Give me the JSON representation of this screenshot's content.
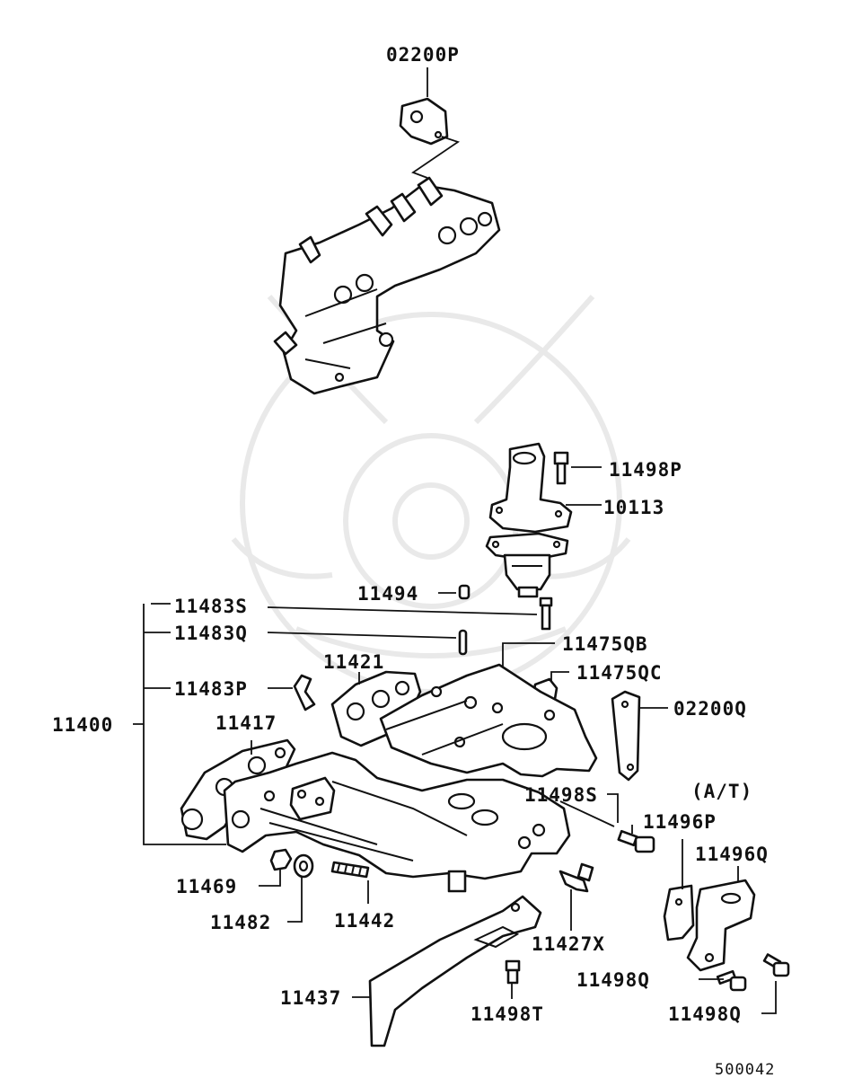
{
  "labels": {
    "p02200P": "02200P",
    "p11498P": "11498P",
    "p10113": "10113",
    "p11494": "11494",
    "p11483S": "11483S",
    "p11483Q": "11483Q",
    "p11475QB": "11475QB",
    "p11421": "11421",
    "p11475QC": "11475QC",
    "p11483P": "11483P",
    "p02200Q": "02200Q",
    "p11400": "11400",
    "p11417": "11417",
    "p11498S": "11498S",
    "at_note": "(A/T)",
    "p11496P": "11496P",
    "p11496Q": "11496Q",
    "p11469": "11469",
    "p11442": "11442",
    "p11482": "11482",
    "p11427X": "11427X",
    "p11498Q_a": "11498Q",
    "p11437": "11437",
    "p11498T": "11498T",
    "p11498Q_b": "11498Q"
  },
  "diagram_code": "500042",
  "colors": {
    "ink": "#111111",
    "watermark": "#dcdcdc",
    "background": "#ffffff"
  }
}
